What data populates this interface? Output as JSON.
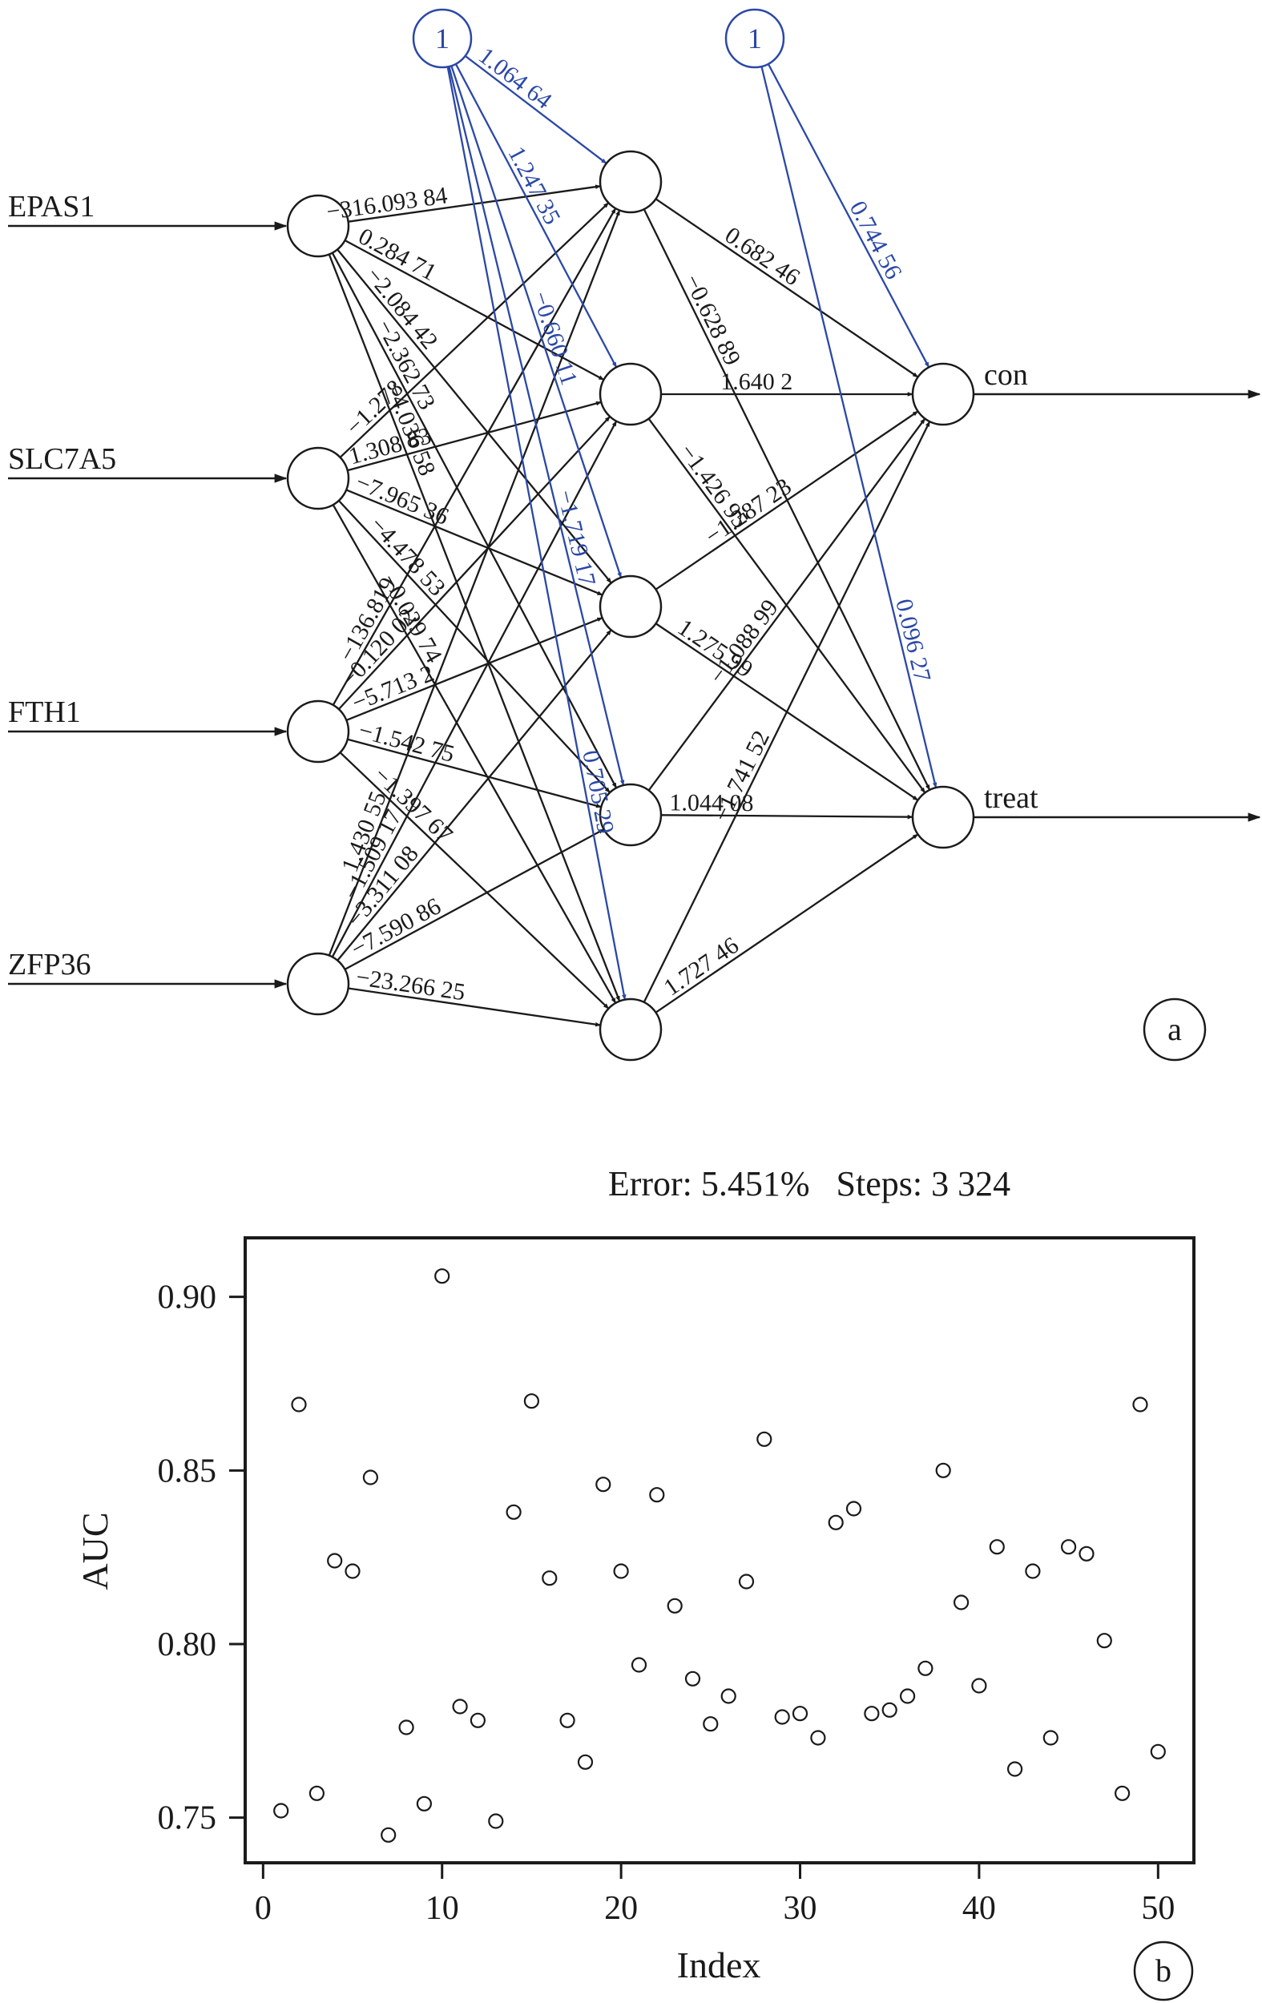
{
  "network": {
    "bias_label": "1",
    "inputs": [
      "EPAS1",
      "SLC7A5",
      "FTH1",
      "ZFP36"
    ],
    "outputs": [
      "con",
      "treat"
    ],
    "weights_input_hidden": [
      [
        "−316.093 84",
        "0.284 71",
        "−2.084 42",
        "−2.362 73",
        "−4.036 58"
      ],
      [
        "−1.278",
        "1.308 83",
        "−7.965 36",
        "−4.478 53",
        "−0.029 74"
      ],
      [
        "−136.819",
        "−0.120 02",
        "−5.713 2",
        "−1.542 75",
        "−1.397 67"
      ],
      [
        "1.430 55",
        "−1.509 17",
        "−3.311 08",
        "−7.590 86",
        "−23.266 25"
      ]
    ],
    "bias_hidden": [
      "1.064 64",
      "1.247 35",
      "−0.660 11",
      "−1.719 17",
      "0.705 29"
    ],
    "weights_hidden_output": [
      [
        "0.682 46",
        "−0.628 89"
      ],
      [
        "1.640 2",
        "−1.426 95"
      ],
      [
        "−1.287 23",
        "1.275 99"
      ],
      [
        "−1.088 99",
        "1.044 08"
      ],
      [
        "−1.741 52",
        "1.727 46"
      ]
    ],
    "bias_output": [
      "0.744 56",
      "0.096 27"
    ],
    "panel_label": "a"
  },
  "chart_data": {
    "type": "scatter",
    "title": "Error: 5.451%   Steps: 3 324",
    "xlabel": "Index",
    "ylabel": "AUC",
    "xlim": [
      -1,
      52
    ],
    "ylim": [
      0.737,
      0.917
    ],
    "xticks": [
      0,
      10,
      20,
      30,
      40,
      50
    ],
    "xtick_labels": [
      "0",
      "10",
      "20",
      "30",
      "40",
      "50"
    ],
    "yticks": [
      0.75,
      0.8,
      0.85,
      0.9
    ],
    "ytick_labels": [
      "0.75",
      "0.80",
      "0.85",
      "0.90"
    ],
    "grid": false,
    "marker": "open-circle",
    "x": [
      1,
      2,
      3,
      4,
      5,
      6,
      7,
      8,
      9,
      10,
      11,
      12,
      13,
      14,
      15,
      16,
      17,
      18,
      19,
      20,
      21,
      22,
      23,
      24,
      25,
      26,
      27,
      28,
      29,
      30,
      31,
      32,
      33,
      34,
      35,
      36,
      37,
      38,
      39,
      40,
      41,
      42,
      43,
      44,
      45,
      46,
      47,
      48,
      49,
      50
    ],
    "y": [
      0.752,
      0.869,
      0.757,
      0.824,
      0.821,
      0.848,
      0.745,
      0.776,
      0.754,
      0.906,
      0.782,
      0.778,
      0.749,
      0.838,
      0.87,
      0.819,
      0.778,
      0.766,
      0.846,
      0.821,
      0.794,
      0.843,
      0.811,
      0.79,
      0.777,
      0.785,
      0.818,
      0.859,
      0.779,
      0.78,
      0.773,
      0.835,
      0.839,
      0.78,
      0.781,
      0.785,
      0.793,
      0.85,
      0.812,
      0.788,
      0.828,
      0.764,
      0.821,
      0.773,
      0.828,
      0.826,
      0.801,
      0.757,
      0.869,
      0.769
    ],
    "panel_label": "b"
  }
}
